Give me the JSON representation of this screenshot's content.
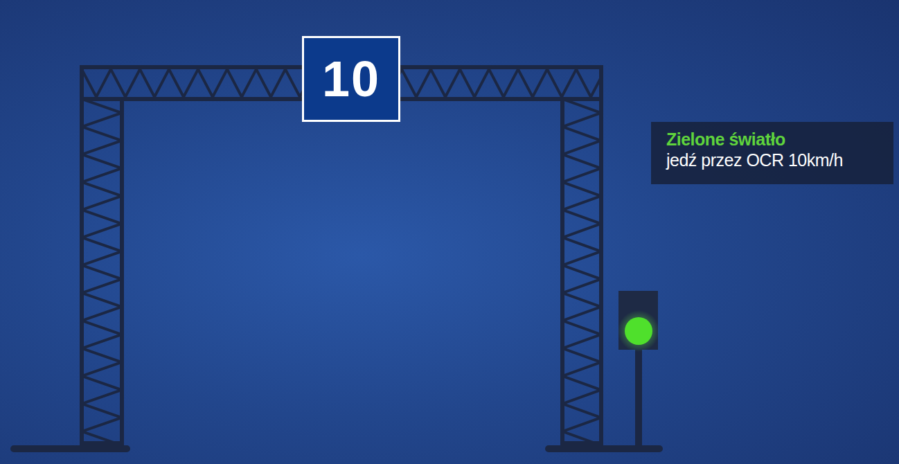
{
  "diagram": {
    "nodes": [
      {
        "text": [
          "10"
        ]
      },
      {
        "text": [
          "Zielone światło",
          "jedź przez OCR 10km/h"
        ]
      }
    ]
  }
}
